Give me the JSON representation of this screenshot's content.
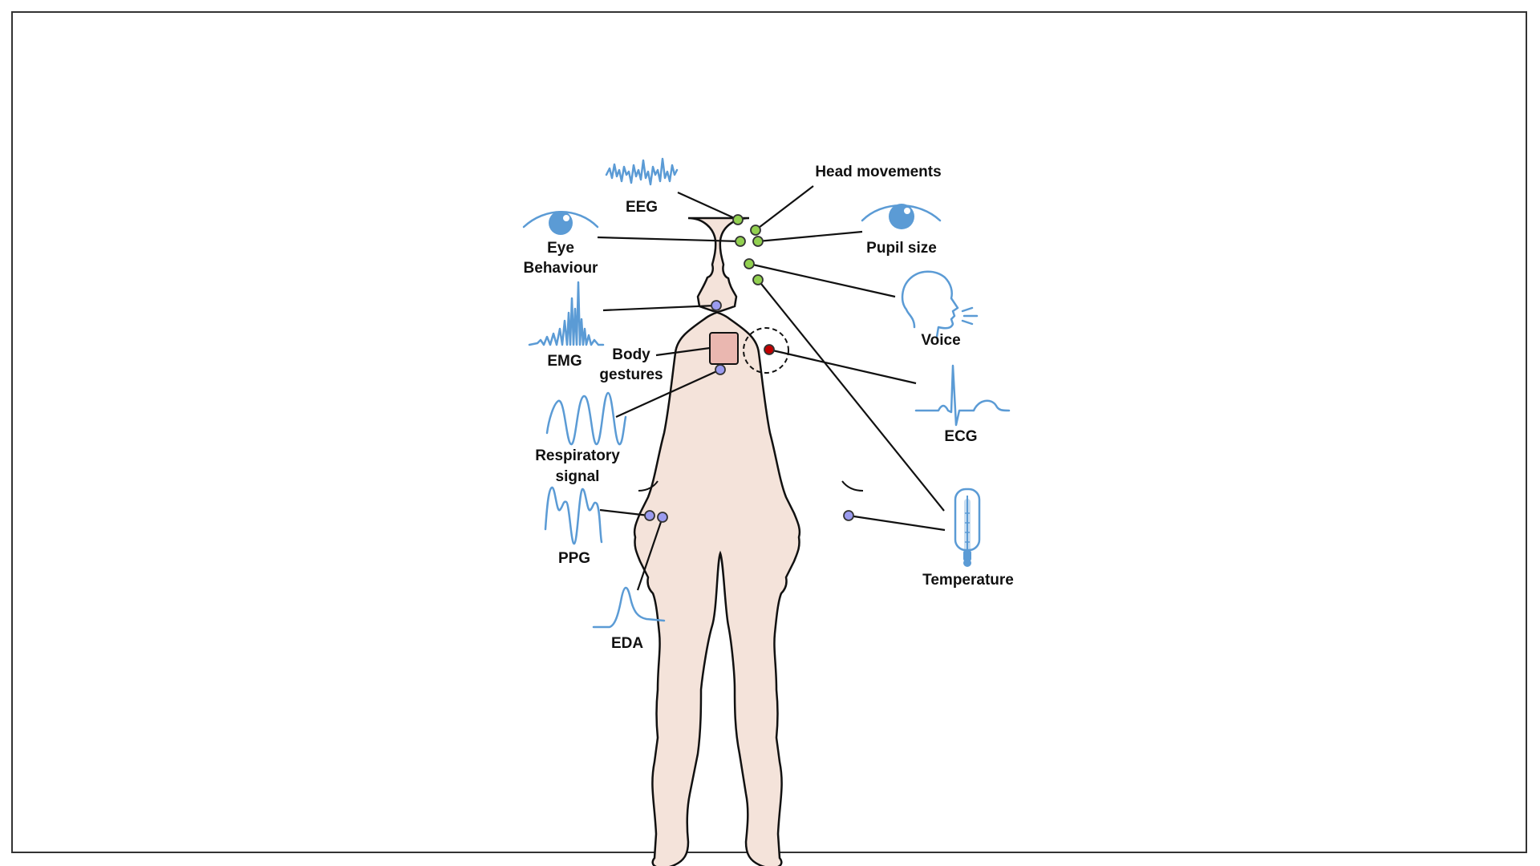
{
  "colors": {
    "skin": "#f4e3da",
    "outline": "#111111",
    "signal": "#5b9bd5",
    "head_sensor": "#92d050",
    "body_sensor": "#9b9bef",
    "heart_sensor": "#c00000",
    "gesture_box": "#eab7b0",
    "frame": "#333333"
  },
  "labels": {
    "eeg": "EEG",
    "head_movements": "Head movements",
    "eye_behaviour_line1": "Eye",
    "eye_behaviour_line2": "Behaviour",
    "pupil_size": "Pupil size",
    "voice": "Voice",
    "emg": "EMG",
    "body_gestures_line1": "Body",
    "body_gestures_line2": "gestures",
    "ecg": "ECG",
    "respiratory_line1": "Respiratory",
    "respiratory_line2": "signal",
    "ppg": "PPG",
    "eda": "EDA",
    "temperature": "Temperature"
  },
  "icons": [
    "eeg-wave-icon",
    "eye-icon",
    "pupil-eye-icon",
    "face-voice-icon",
    "emg-burst-icon",
    "ecg-wave-icon",
    "respiratory-wave-icon",
    "ppg-wave-icon",
    "eda-peak-icon",
    "thermometer-icon"
  ]
}
